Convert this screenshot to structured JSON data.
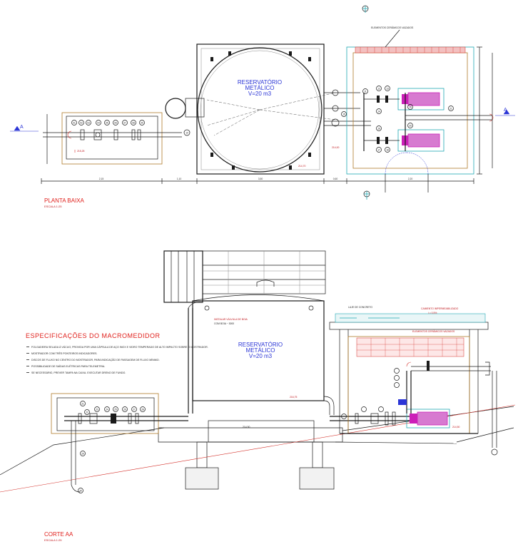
{
  "plan": {
    "title": "PLANTA  BAIXA",
    "scale": "ESCALA  1:25",
    "tank_label_1": "RESERVATÓRIO",
    "tank_label_2": "METÁLICO",
    "tank_label_3": "V=20 m3",
    "cut_marker": "A",
    "ceramic_label": "ELEMENTOS CERÂMICOS VAZADOS",
    "dims_bottom": [
      "2,15",
      "1,10",
      "3,50",
      "0,60",
      "2,20"
    ],
    "levels": [
      "215,25",
      "214,00",
      "214,70"
    ]
  },
  "section": {
    "title": "CORTE  AA",
    "scale": "ESCALA  1:25",
    "tank_label_1": "RESERVATÓRIO",
    "tank_label_2": "METÁLICO",
    "tank_label_3": "V=20 m3",
    "slab_label": "LAJE DE CONCRETO",
    "slope_label": "CAIMENTO IMPERMEABILIZADO",
    "slope_value": "i = 0,5%",
    "ceramic_label": "ELEMENTOS CERÂMICOS VAZADOS",
    "valve_note_1": "INSTALAR VÁLVULA DE BOIA",
    "valve_note_2": "COM BOIA  ~ 3000",
    "levels": [
      "216,75",
      "214,50",
      "214,50"
    ]
  },
  "specs": {
    "title": "ESPECIFICAÇÕES  DO  MACROMEDIDOR",
    "items": [
      "FOLGADEIRA SELADA À VÁCUO, PROVIDA POR UMA CÁPSULA DE AÇO INOX E VIDRO TEMPERADO DE ALTO IMPACTO SOBRE O MOSTRADOR.",
      "MOSTRADOR COM TRÊS PONTEIROS INDICADORES.",
      "DISCOS DE FLUXO NO CENTRO DO MOSTRADOR, PARA INDICAÇÃO DE PASSAGEM DE FLUXO MÍNIMO.",
      "POSSIBILIDADE DE SAÍDAS ELÉTRICAS PARA TELEMETRIA.",
      "SE NECESSÁRIO, PREVER TAMPA NA CAIXA. EXECUTAR DRENO DE FUNDO."
    ]
  },
  "bubbles_plan_left": [
    "01",
    "02",
    "03",
    "04",
    "05",
    "06",
    "07",
    "08",
    "09",
    "10"
  ],
  "bubbles_plan_right": [
    "11",
    "12",
    "13",
    "14",
    "15",
    "16",
    "17",
    "18",
    "19",
    "20",
    "21"
  ],
  "bubbles_section": [
    "21",
    "22",
    "23",
    "24",
    "25",
    "26",
    "27",
    "28",
    "29",
    "30"
  ],
  "colors": {
    "red": "#e0201c",
    "blue": "#2b35d6",
    "cyan": "#21a9b4",
    "magenta": "#cc1fb8",
    "orange": "#b07a2a"
  }
}
